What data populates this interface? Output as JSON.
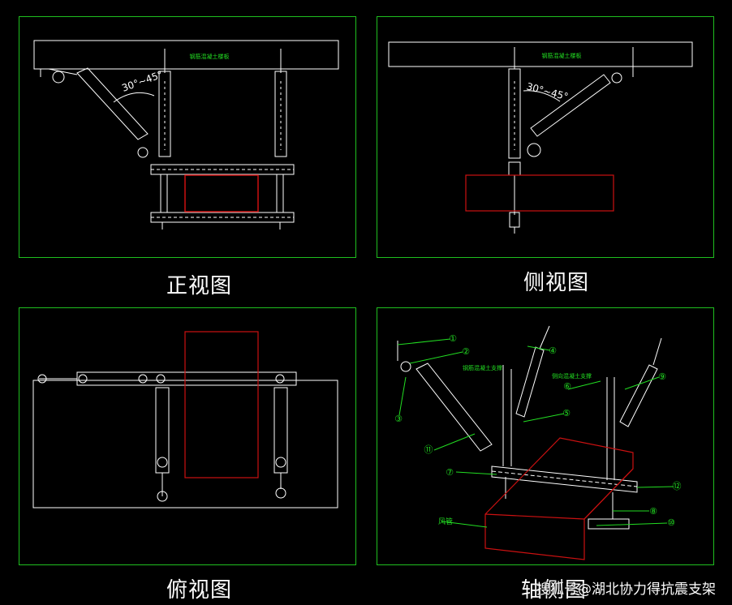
{
  "views": {
    "front": {
      "caption": "正视图",
      "beam_label": "钢筋混凝土楼板",
      "angle_label": "30°~45°"
    },
    "side": {
      "caption": "侧视图",
      "beam_label": "钢筋混凝土楼板",
      "angle_label": "30°~45°"
    },
    "top": {
      "caption": "俯视图"
    },
    "iso": {
      "caption": "轴侧图",
      "callouts": [
        "①",
        "②",
        "③",
        "④",
        "⑤",
        "⑥",
        "⑦",
        "⑧",
        "⑨",
        "⑩",
        "⑪",
        "⑫"
      ],
      "labels": {
        "lateral": "钢筋混凝土支撑",
        "longitudinal": "侧向混凝土支撑",
        "duct": "风管"
      }
    }
  },
  "watermark": "搜狐号@湖北协力得抗震支架",
  "colors": {
    "frame": "#1fbf1f",
    "duct": "#cc1111",
    "steel": "#ffffff",
    "callout": "#22dd22"
  }
}
